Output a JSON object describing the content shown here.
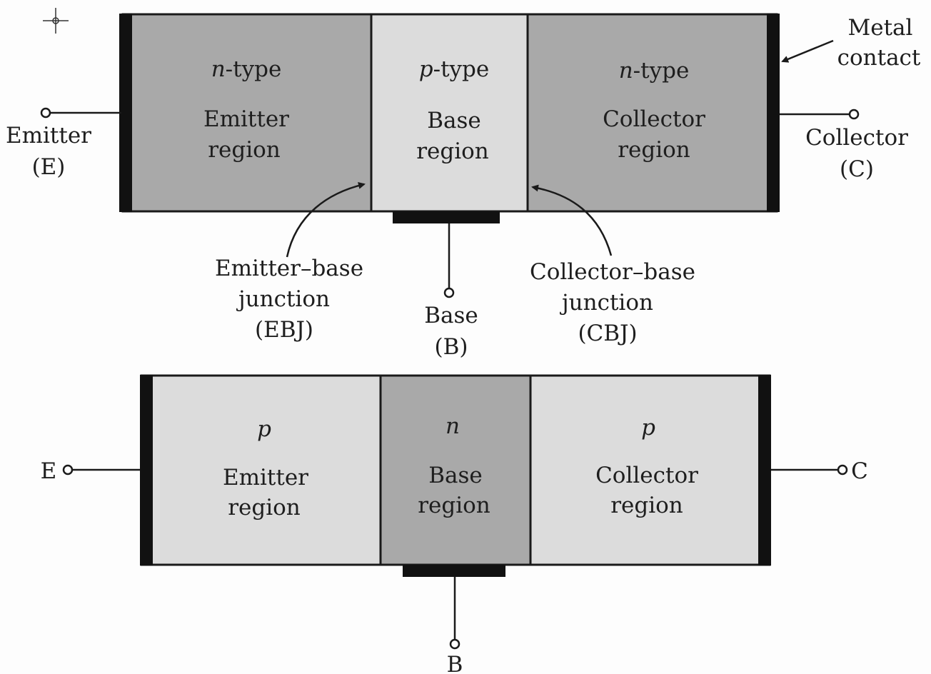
{
  "npn": {
    "emitter": {
      "type_letter": "n",
      "type_suffix": "-type",
      "name": "Emitter",
      "word": "region"
    },
    "base": {
      "type_letter": "p",
      "type_suffix": "-type",
      "name": "Base",
      "word": "region"
    },
    "collector": {
      "type_letter": "n",
      "type_suffix": "-type",
      "name": "Collector",
      "word": "region"
    },
    "metal_contact": {
      "line1": "Metal",
      "line2": "contact"
    },
    "terminal_emitter": {
      "name": "Emitter",
      "abbr": "(E)"
    },
    "terminal_collector": {
      "name": "Collector",
      "abbr": "(C)"
    },
    "terminal_base": {
      "name": "Base",
      "abbr": "(B)"
    },
    "ebj": {
      "line1": "Emitter–base",
      "line2": "junction",
      "line3": "(EBJ)"
    },
    "cbj": {
      "line1": "Collector–base",
      "line2": "junction",
      "line3": "(CBJ)"
    }
  },
  "pnp": {
    "emitter": {
      "type_letter": "p",
      "name": "Emitter",
      "word": "region"
    },
    "base": {
      "type_letter": "n",
      "name": "Base",
      "word": "region"
    },
    "collector": {
      "type_letter": "p",
      "name": "Collector",
      "word": "region"
    },
    "terminal_emitter": "E",
    "terminal_collector": "C",
    "terminal_base": "B"
  },
  "colors": {
    "dark_region": "#a9a9a9",
    "light_region": "#dcdcdc",
    "outline": "#1a1a1a",
    "text": "#1e1e1e"
  }
}
